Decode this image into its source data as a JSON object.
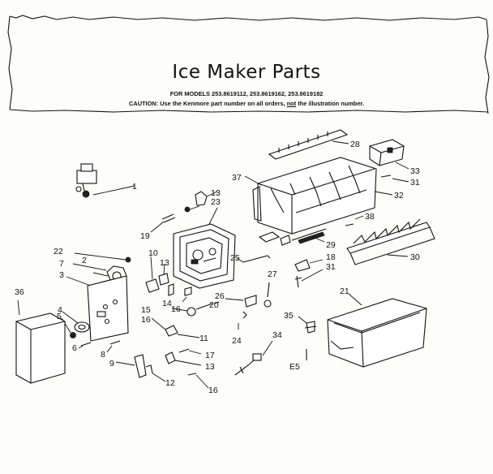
{
  "header": {
    "title": "Ice Maker Parts",
    "models_line": "FOR MODELS 253.8619112, 253.8619162, 253.8619182",
    "caution_prefix": "CAUTION: Use the Kenmore part number on all orders, ",
    "caution_emphasis": "not",
    "caution_suffix": " the illustration number."
  },
  "callouts": {
    "c1": "1",
    "c2": "2",
    "c3": "3",
    "c4": "4",
    "c5": "5",
    "c6": "6",
    "c7": "7",
    "c8": "8",
    "c9": "9",
    "c10": "10",
    "c11": "11",
    "c12": "12",
    "c13a": "13",
    "c13b": "13",
    "c13c": "13",
    "c14": "14",
    "c15": "15",
    "c16a": "16",
    "c16b": "16",
    "c16c": "16",
    "c17": "17",
    "c18": "18",
    "c19": "19",
    "c20": "20",
    "c21": "21",
    "c22": "22",
    "c23": "23",
    "c24": "24",
    "c25": "25",
    "c26": "26",
    "c27": "27",
    "c28": "28",
    "c29": "29",
    "c30": "30",
    "c31a": "31",
    "c31b": "31",
    "c32": "32",
    "c33": "33",
    "c34": "34",
    "c35": "35",
    "c36": "36",
    "c37": "37",
    "c38": "38"
  },
  "sheet_code": "E5"
}
